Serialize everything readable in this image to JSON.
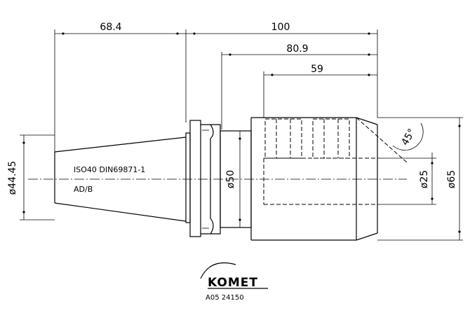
{
  "dimensions": {
    "taper_length": "68.4",
    "overall_length": "100",
    "body_length": "80.9",
    "bore_depth": "59",
    "taper_diameter": "ø44.45",
    "flange_diameter": "ø50",
    "bore_diameter": "ø25",
    "outer_diameter": "ø65",
    "chamfer": "45°"
  },
  "taper": {
    "standard": "ISO40 DIN69871-1",
    "form": "AD/B"
  },
  "brand": {
    "name": "KOMET",
    "part_number": "A05 24150"
  }
}
